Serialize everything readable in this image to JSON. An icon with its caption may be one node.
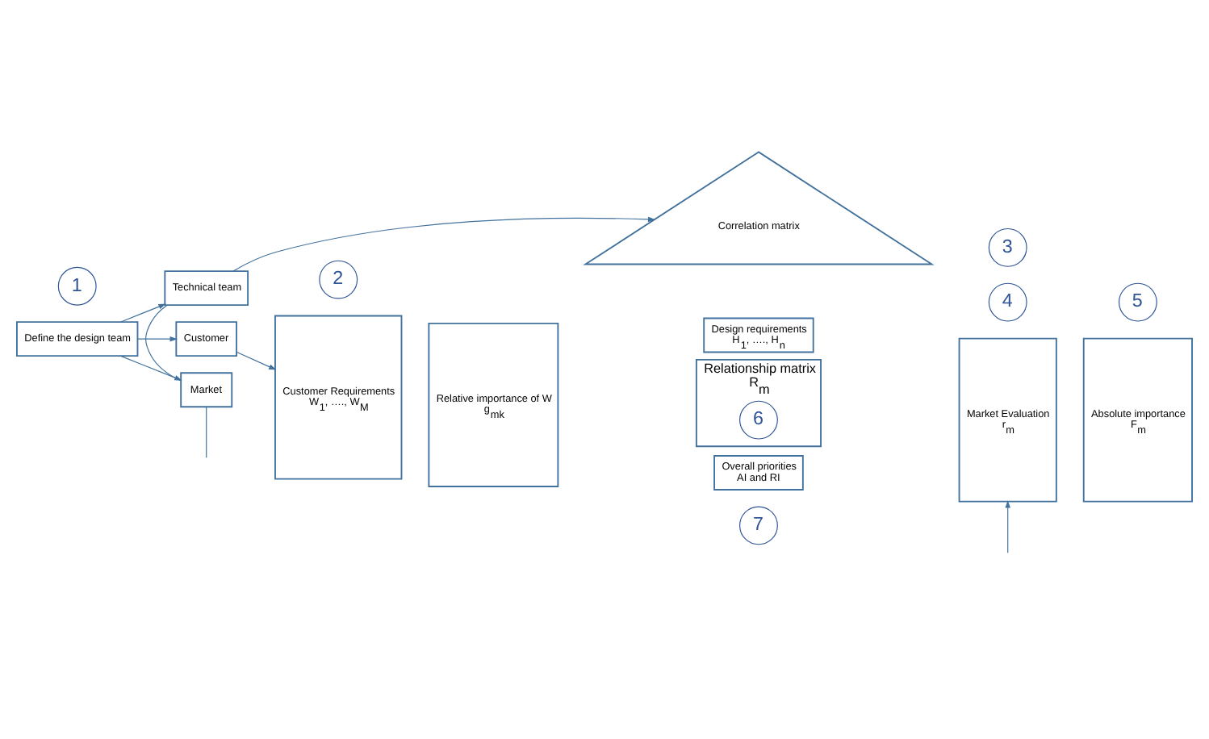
{
  "diagram": {
    "nodes": [
      {
        "text": [
          "1"
        ]
      },
      {
        "text": [
          "Define the design team"
        ]
      },
      {
        "text": [
          "Technical team"
        ]
      },
      {
        "text": [
          "Customer"
        ]
      },
      {
        "text": [
          "Market"
        ]
      },
      {
        "text": [
          "Correlation matrix"
        ]
      },
      {
        "text": [
          "3"
        ]
      },
      {
        "text": [
          "2"
        ]
      },
      {
        "text": [
          "Design requirements",
          "H$_{1}$, …., H$_{n}$"
        ]
      },
      {
        "text": [
          "5"
        ]
      },
      {
        "text": [
          "Customer Requirements",
          "W$_{1}$, …., W$_{M}$"
        ]
      },
      {
        "text": [
          "Relative importance of W",
          "g$_{mk}$"
        ]
      },
      {
        "text": [
          "Relationship matrix",
          "R$_{m}$"
        ]
      },
      {
        "text": [
          "Market Evaluation",
          "r$_{m}$"
        ]
      },
      {
        "text": [
          "Absolute importance",
          "F$_{m}$"
        ]
      },
      {
        "text": [
          "6"
        ],
        "in": 12
      },
      {
        "text": [
          "4"
        ]
      },
      {
        "text": [
          "Overall priorities",
          "AI and RI"
        ]
      },
      {
        "text": [
          "7"
        ]
      }
    ],
    "edges": [
      {
        "from": 1,
        "to": 2,
        "arrow": "to"
      },
      {
        "from": 1,
        "to": 3,
        "arrow": "to"
      },
      {
        "from": 1,
        "to": 4,
        "arrow": "to"
      },
      {
        "from": 2,
        "to": 4,
        "arrow": "none"
      },
      {
        "from": 2,
        "to": 5,
        "arrow": "to"
      },
      {
        "from": 3,
        "to": 10,
        "arrow": "to"
      },
      {
        "from": 4,
        "to": null,
        "arrow": "none"
      },
      {
        "from": null,
        "to": 13,
        "arrow": "to"
      }
    ]
  }
}
